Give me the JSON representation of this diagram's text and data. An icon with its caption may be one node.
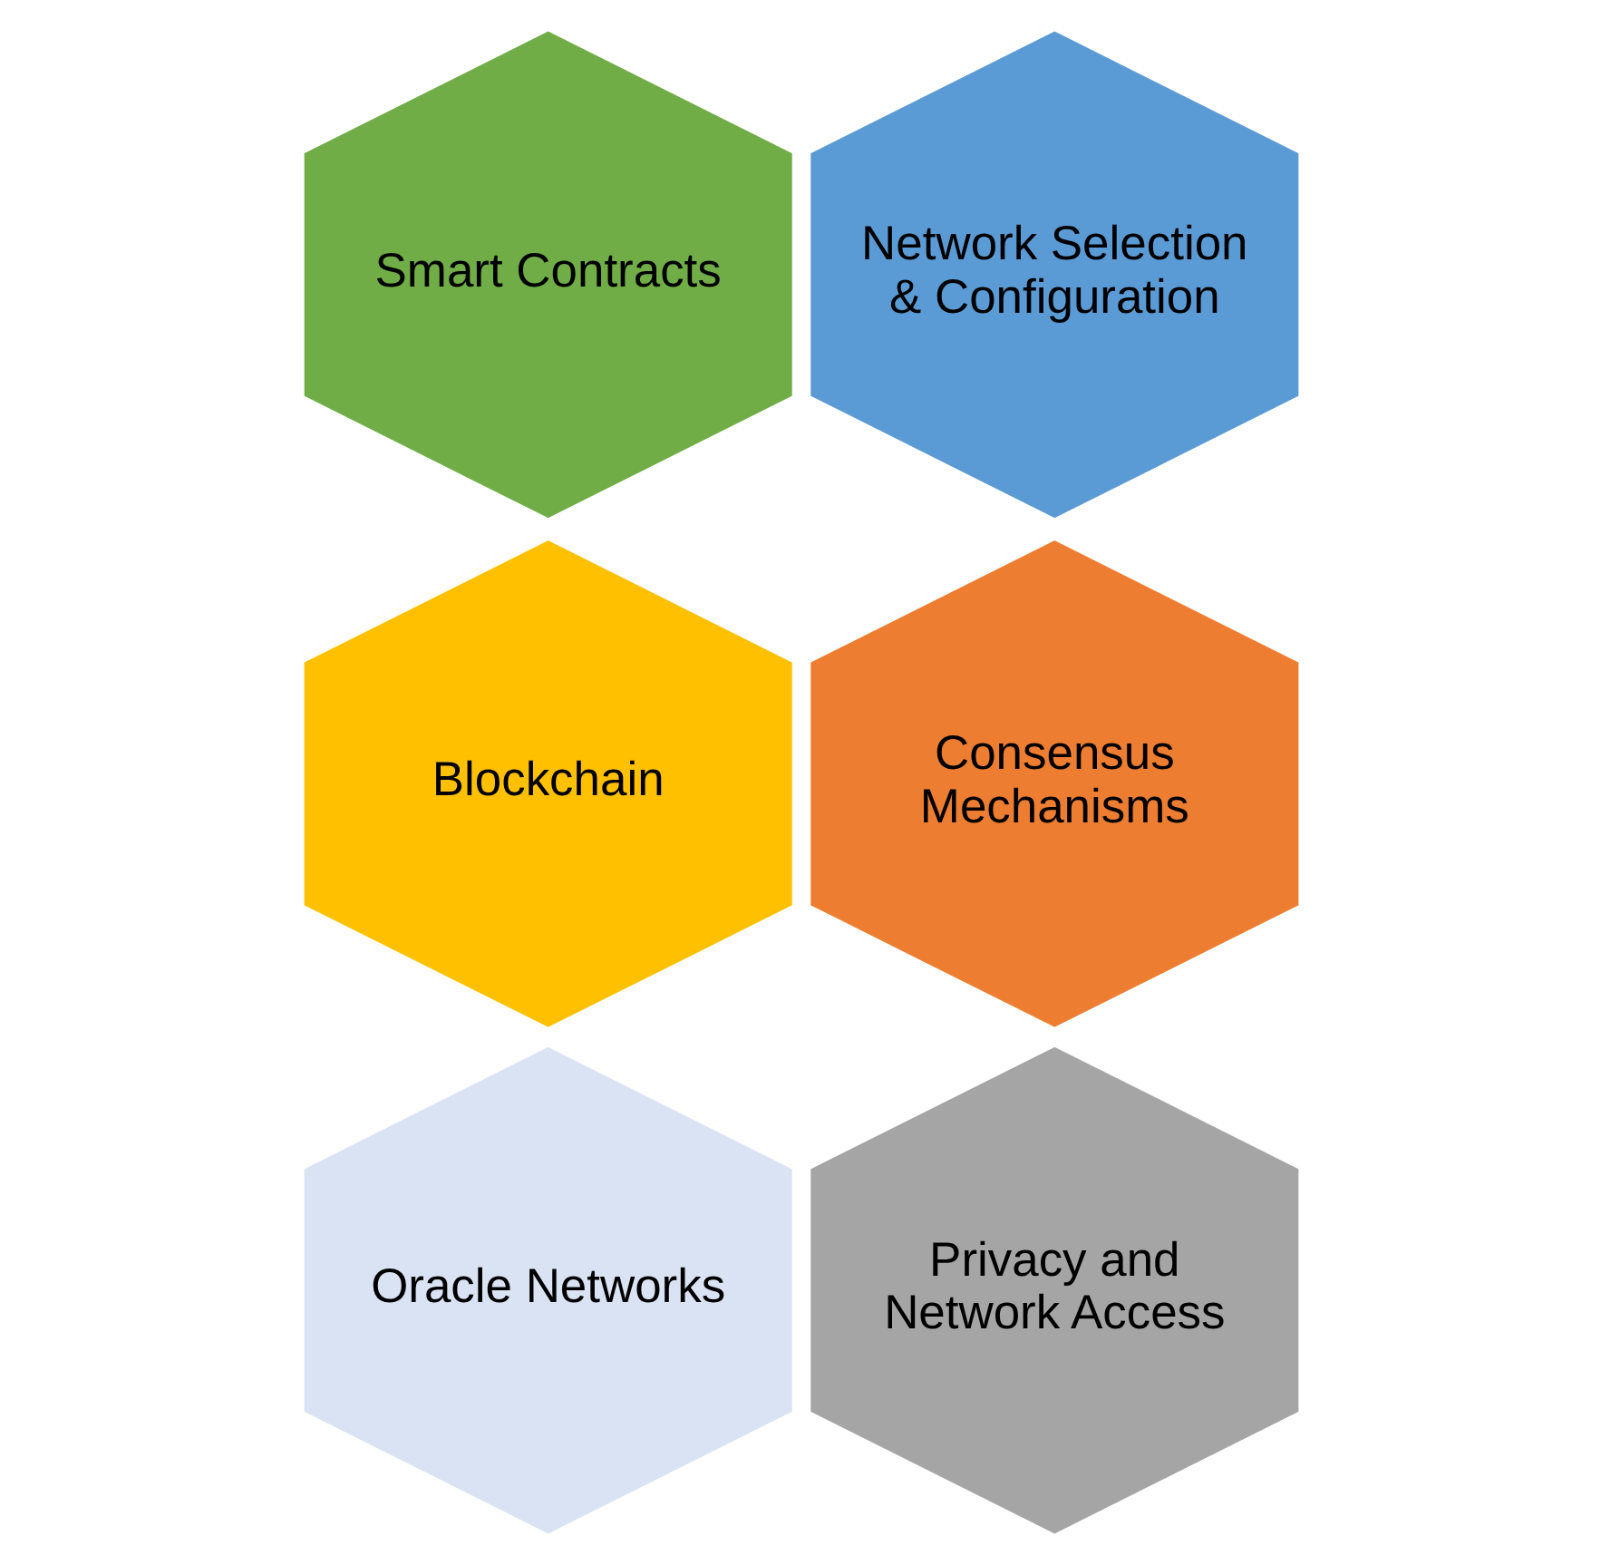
{
  "diagram": {
    "nodes": [
      {
        "text": [
          "Smart Contracts"
        ]
      },
      {
        "text": [
          "Network Selection & Configuration"
        ]
      },
      {
        "text": [
          "Blockchain"
        ]
      },
      {
        "text": [
          "Consensus Mechanisms"
        ]
      },
      {
        "text": [
          "Oracle Networks"
        ]
      },
      {
        "text": [
          "Privacy and Network Access"
        ]
      }
    ]
  }
}
